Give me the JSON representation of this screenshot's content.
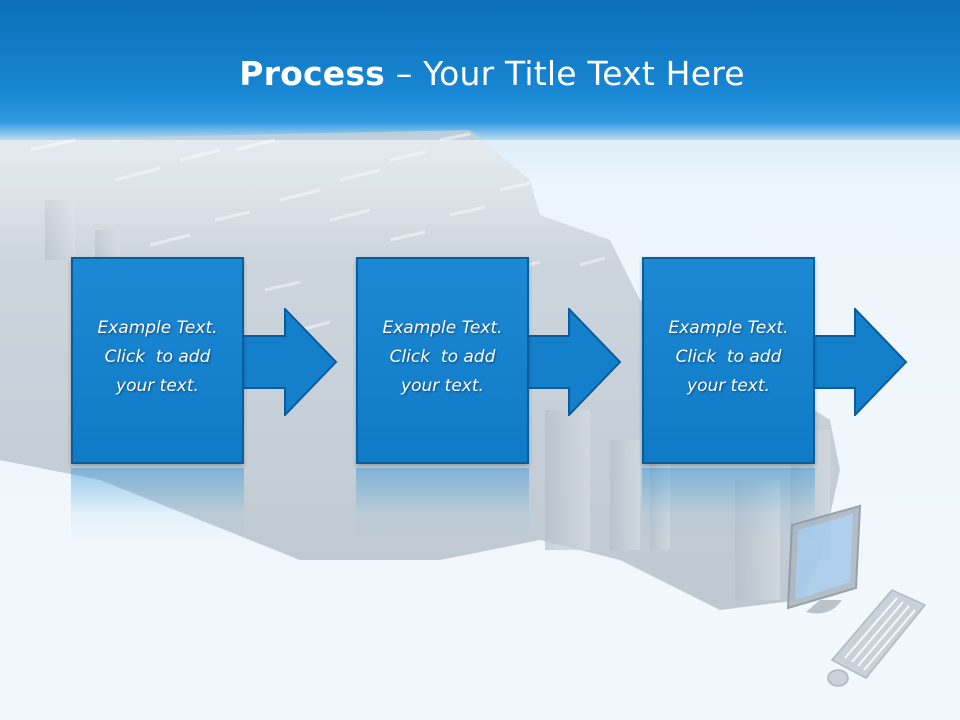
{
  "title": {
    "bold": "Process",
    "rest": " – Your Title Text Here"
  },
  "steps": [
    {
      "line1": "Example Text.",
      "line2": "Click  to add",
      "line3": "your text."
    },
    {
      "line1": "Example Text.",
      "line2": "Click  to add",
      "line3": "your text."
    },
    {
      "line1": "Example Text.",
      "line2": "Click  to add",
      "line3": "your text."
    }
  ],
  "colors": {
    "header": "#1886d3",
    "step_fill": "#1480cc",
    "step_border": "#0a5d9c"
  }
}
